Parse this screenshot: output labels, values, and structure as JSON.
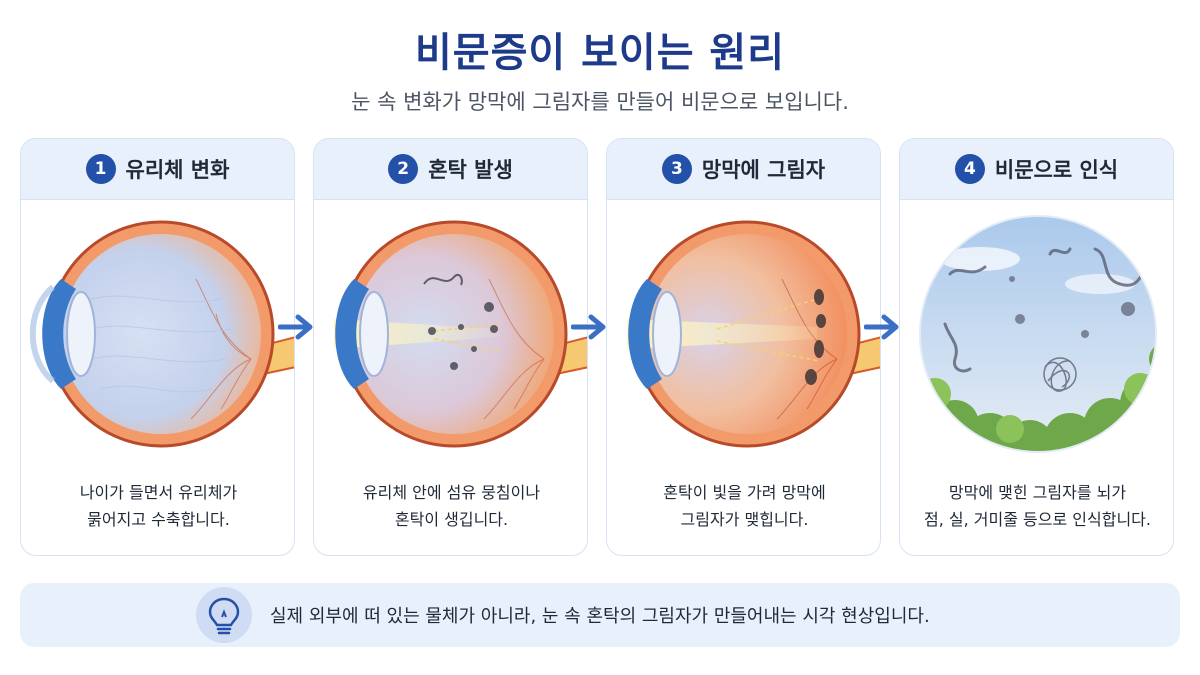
{
  "header": {
    "title": "비문증이 보이는 원리",
    "subtitle": "눈 속 변화가 망막에 그림자를 만들어 비문으로 보입니다."
  },
  "steps": [
    {
      "number": "1",
      "title": "유리체 변화",
      "desc_line1": "나이가 들면서 유리체가",
      "desc_line2": "묽어지고 수축합니다."
    },
    {
      "number": "2",
      "title": "혼탁 발생",
      "desc_line1": "유리체 안에 섬유 뭉침이나",
      "desc_line2": "혼탁이 생깁니다."
    },
    {
      "number": "3",
      "title": "망막에 그림자",
      "desc_line1": "혼탁이 빛을 가려 망막에",
      "desc_line2": "그림자가 맺힙니다."
    },
    {
      "number": "4",
      "title": "비문으로 인식",
      "desc_line1": "망막에 맺힌 그림자를 뇌가",
      "desc_line2": "점, 실, 거미줄 등으로 인식합니다."
    }
  ],
  "note": {
    "icon": "lightbulb-icon",
    "text": "실제 외부에 떠 있는 물체가 아니라, 눈 속 혼탁의 그림자가 만들어내는 시각 현상입니다."
  },
  "colors": {
    "accent": "#2350a8",
    "title": "#1e3a8a",
    "panel": "#e8f0fb",
    "arrow": "#3b6fc4",
    "sclera": "#f29a6a",
    "vitreous": "#c9d6ee",
    "opacity": "#4a4a55"
  }
}
